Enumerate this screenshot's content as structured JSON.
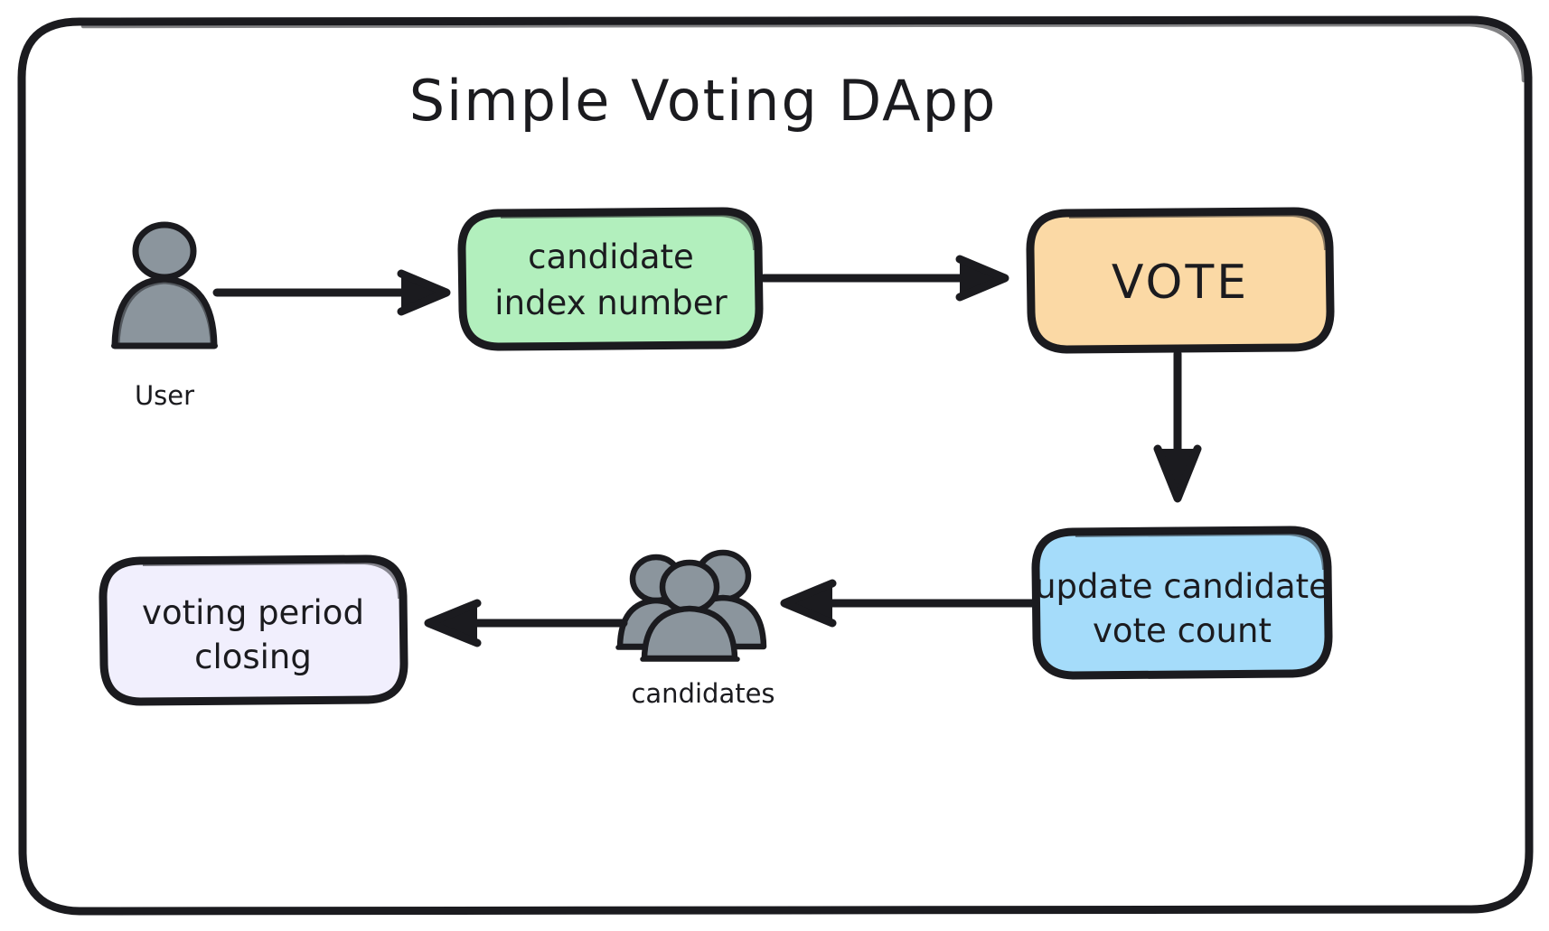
{
  "diagram": {
    "title": "Simple Voting DApp",
    "frame_label": "diagram-frame",
    "colors": {
      "stroke": "#1b1b1f",
      "background": "#ffffff",
      "green_fill": "#b2efbd",
      "orange_fill": "#fbd9a5",
      "blue_fill": "#a5dcfa",
      "lavender_fill": "#f1effd",
      "actor_fill": "#8b959d"
    },
    "nodes": [
      {
        "id": "user",
        "kind": "actor",
        "label": "User",
        "label_position": "below"
      },
      {
        "id": "candidate-index",
        "kind": "box",
        "color": "green_fill",
        "lines": [
          "candidate",
          "index number"
        ]
      },
      {
        "id": "vote",
        "kind": "box",
        "color": "orange_fill",
        "lines": [
          "VOTE"
        ]
      },
      {
        "id": "update-vote-count",
        "kind": "box",
        "color": "blue_fill",
        "lines": [
          "update candidate",
          "vote count"
        ]
      },
      {
        "id": "candidates",
        "kind": "actor-group",
        "label": "candidates",
        "label_position": "below"
      },
      {
        "id": "voting-period-closing",
        "kind": "box",
        "color": "lavender_fill",
        "lines": [
          "voting period",
          "closing"
        ]
      }
    ],
    "edges": [
      {
        "id": "edge-user-to-candidate-index",
        "from": "user",
        "to": "candidate-index",
        "direction": "right"
      },
      {
        "id": "edge-candidate-index-to-vote",
        "from": "candidate-index",
        "to": "vote",
        "direction": "right"
      },
      {
        "id": "edge-vote-to-update",
        "from": "vote",
        "to": "update-vote-count",
        "direction": "down"
      },
      {
        "id": "edge-update-to-candidates",
        "from": "update-vote-count",
        "to": "candidates",
        "direction": "left"
      },
      {
        "id": "edge-candidates-to-closing",
        "from": "candidates",
        "to": "voting-period-closing",
        "direction": "left"
      }
    ]
  }
}
